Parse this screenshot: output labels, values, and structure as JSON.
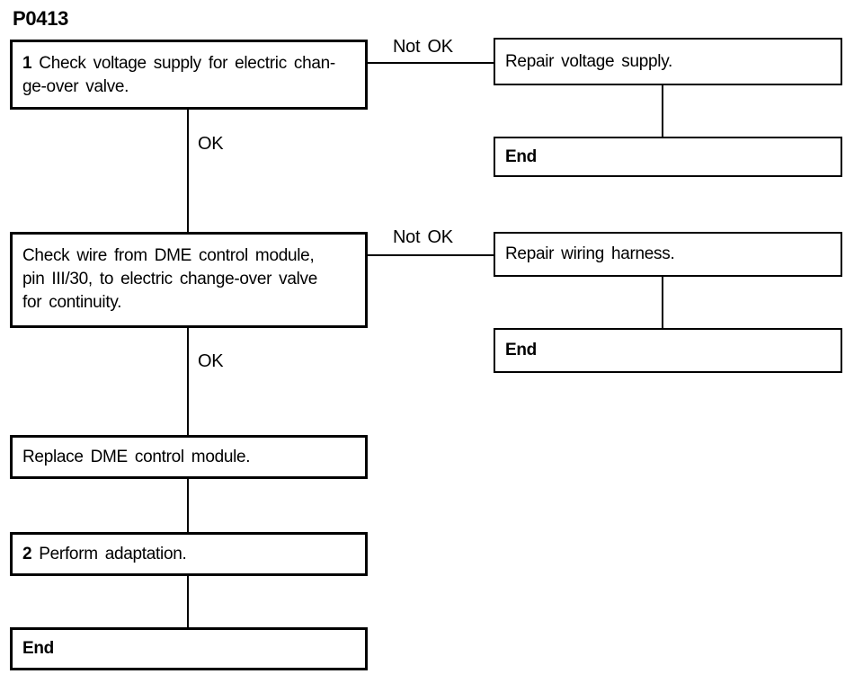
{
  "title": "P0413",
  "colors": {
    "background": "#ffffff",
    "line": "#000000",
    "text": "#000000"
  },
  "steps": {
    "step1": {
      "number": "1",
      "line1": "Check voltage supply for electric chan-",
      "line2": "ge-over valve."
    },
    "repair1": {
      "text": "Repair voltage supply."
    },
    "end_right1": {
      "text": "End"
    },
    "step2": {
      "line1": "Check wire from DME control module,",
      "line2": "pin III/30, to electric change-over valve",
      "line3": "for continuity."
    },
    "repair2": {
      "text": "Repair wiring harness."
    },
    "end_right2": {
      "text": "End"
    },
    "step3": {
      "text": "Replace DME control module."
    },
    "step4": {
      "number": "2",
      "text": "Perform adaptation."
    },
    "end_left": {
      "text": "End"
    }
  },
  "connectors": {
    "branch1_label": "Not OK",
    "branch2_label": "Not OK",
    "down1_label": "OK",
    "down2_label": "OK"
  }
}
